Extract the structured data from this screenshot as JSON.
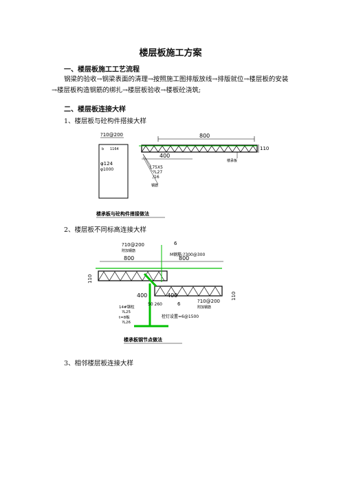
{
  "doc": {
    "title": "楼层板施工方案",
    "sec1": "一、楼层板施工工艺流程",
    "flow": "钢梁的验收→钢梁表面的清理→按照施工图排版放线→排版就位→楼层板的安装→楼层板构造钢筋的绑扎→楼层板验收→楼板砼浇筑;",
    "sec2": "二、楼层板连接大样",
    "item1": "1、楼层板与砼构件搭接大样",
    "item2": "2、楼层板不同标高连接大样",
    "item3": "3、相邻楼层板连接大样"
  },
  "fig1": {
    "rebar_top": "?10@200",
    "dim_width": "800",
    "dim_400": "400",
    "thickness": "110",
    "col_label": "φ124",
    "col_label2": "φ1000",
    "angle": "L75X5",
    "angle2": "?L27",
    "weld": "/16",
    "small_a": "b",
    "small_b": "1164",
    "note_right": "楼承板",
    "note_left": "钢筋",
    "caption": "楼承板与砼构件搭接做法"
  },
  "fig2": {
    "rebar_top": "?10@200",
    "rebar_top_note": "附加钢筋",
    "dim_6": "6",
    "stud": "M钢筋:?300@300",
    "dim_left": "800",
    "dim_right": "800",
    "thk_left": "110",
    "thk_right": "110",
    "dim_400a": "400",
    "dim_400b": "400",
    "dim_6b": "6",
    "dim_mid": "50 260",
    "rebar_right": "?10@200",
    "rebar_right_note": "附加钢筋",
    "stud2": "栓钉设置=6@1500",
    "l1": "14#钢柱",
    "l2": "?L25",
    "l3": "t=8板",
    "l4": "?L26",
    "caption": "楼承板钢节点做法"
  },
  "colors": {
    "accent": "#00c000",
    "line": "#000000"
  }
}
